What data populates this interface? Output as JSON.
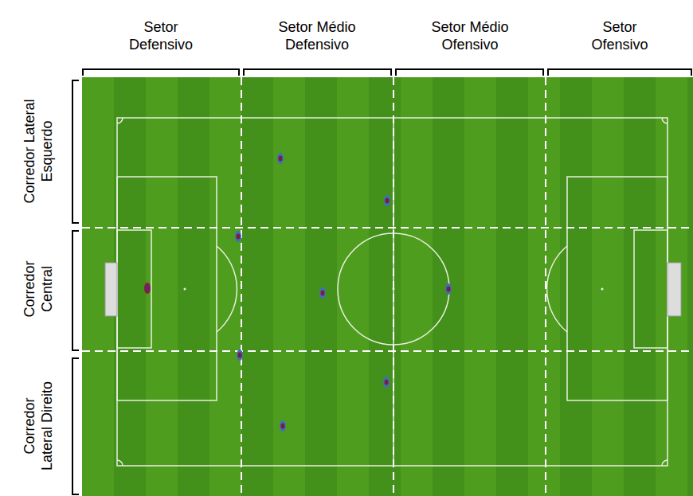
{
  "diagram": {
    "labels": [
      "Setor Defensivo",
      "Setor Médio Defensivo",
      "Setor Médio Ofensivo",
      "Setor Ofensivo",
      "Corredor Lateral Esquerdo",
      "Corredor Central",
      "Corredor Lateral Direito"
    ]
  }
}
